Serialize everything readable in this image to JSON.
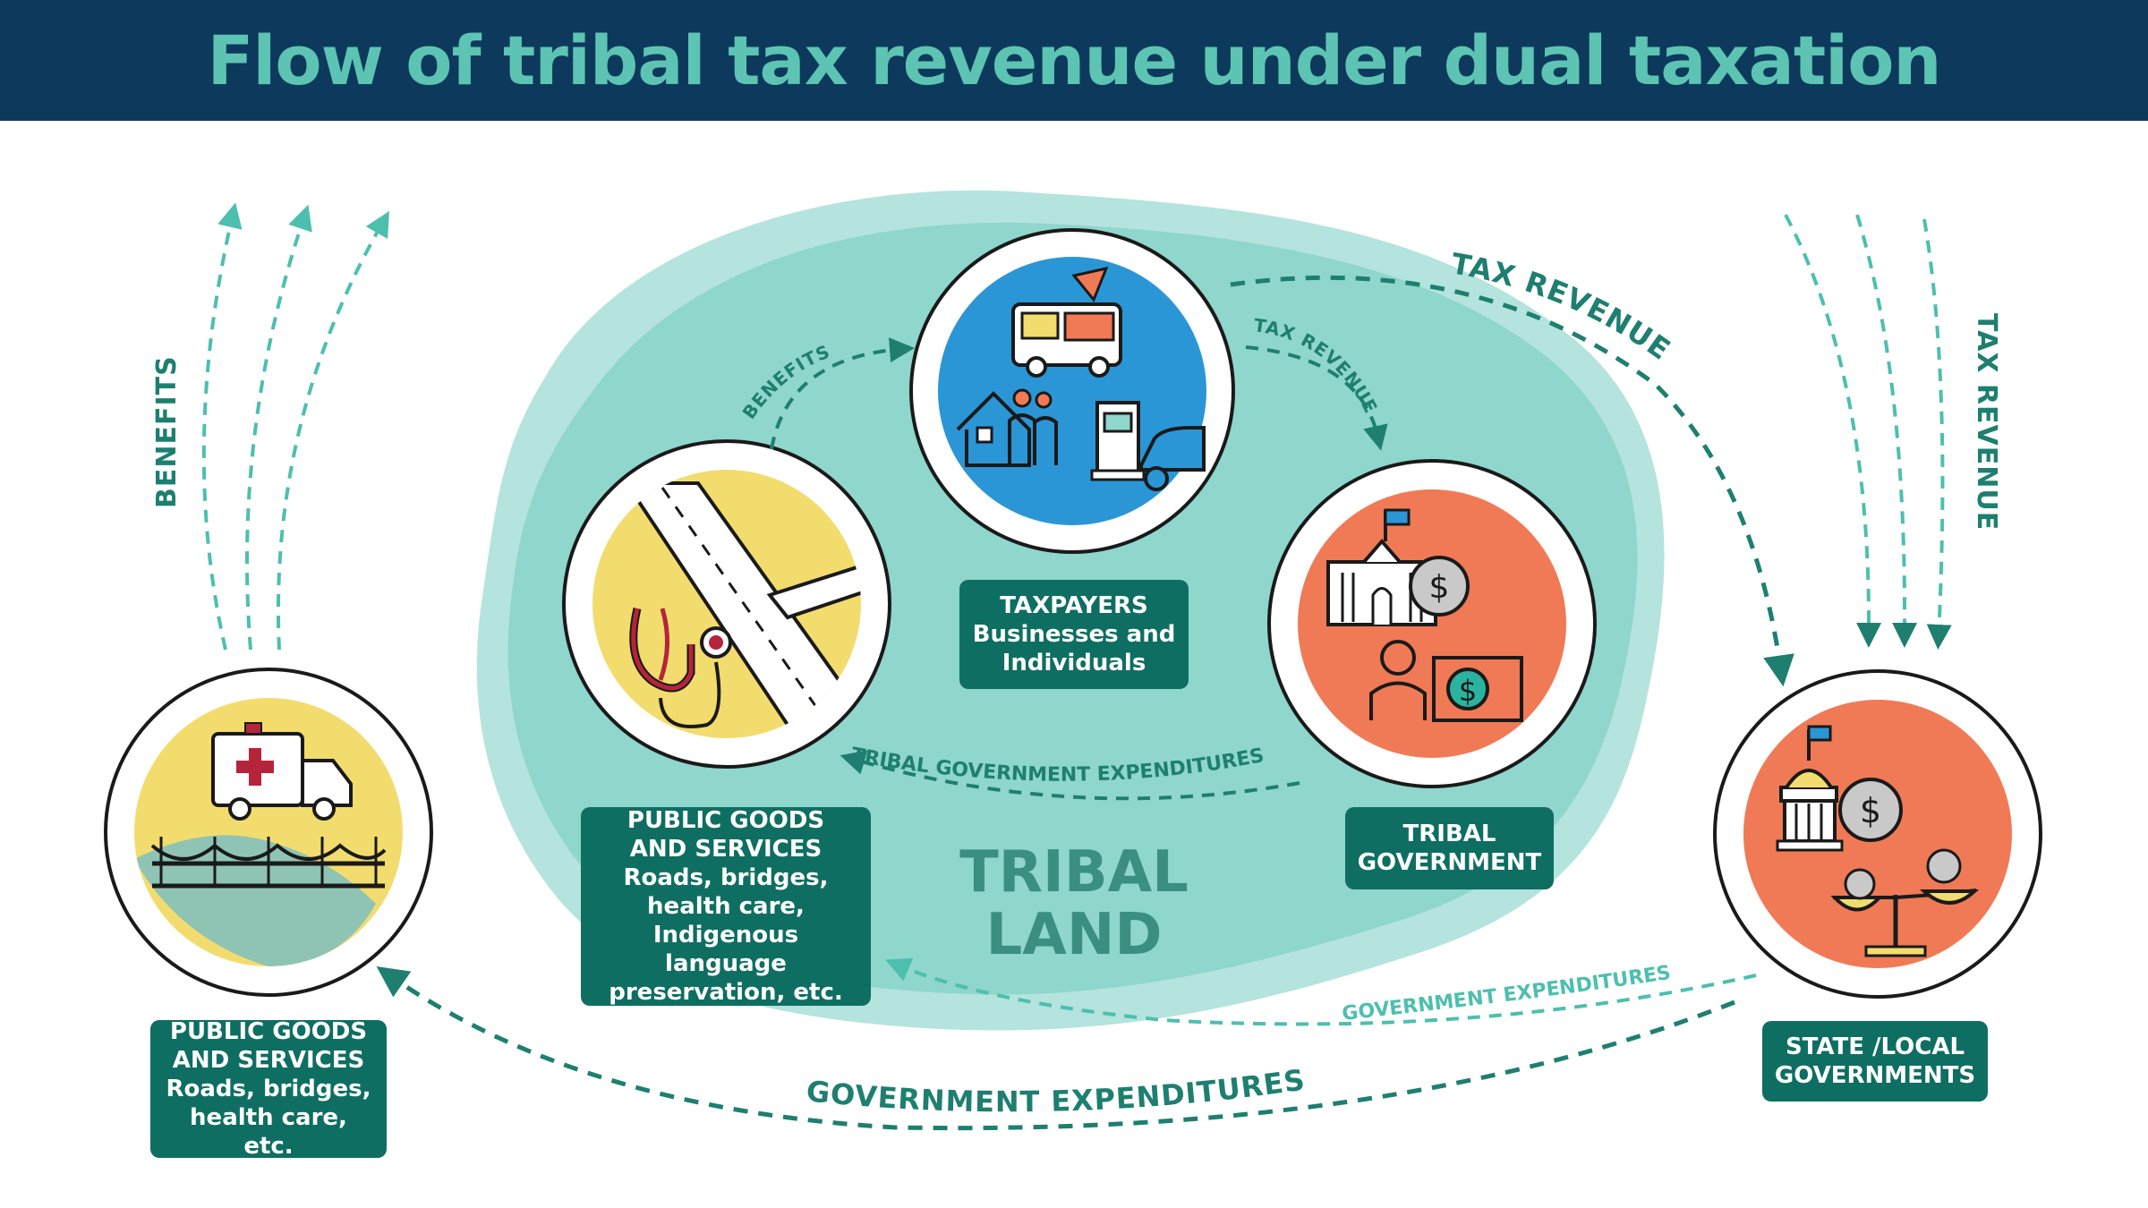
{
  "title": "Flow of tribal tax revenue under dual taxation",
  "tribal_land": {
    "line1": "TRIBAL",
    "line2": "LAND"
  },
  "nodes": {
    "taxpayers": {
      "title": "TAXPAYERS",
      "desc": "Businesses and Individuals"
    },
    "tribal_government": {
      "line1": "TRIBAL",
      "line2": "GOVERNMENT"
    },
    "tribal_public_goods": {
      "line1": "PUBLIC GOODS",
      "line2": "AND SERVICES",
      "desc": "Roads, bridges, health care, Indigenous language preservation, etc."
    },
    "state_local": {
      "line1": "STATE /LOCAL",
      "line2": "GOVERNMENTS"
    },
    "outer_public_goods": {
      "line1": "PUBLIC GOODS",
      "line2": "AND SERVICES",
      "desc": "Roads, bridges, health care, etc."
    }
  },
  "flows": {
    "benefits_inner": "BENEFITS",
    "tax_revenue_inner": "TAX REVENUE",
    "tribal_expenditures": "TRIBAL GOVERNMENT EXPENDITURES",
    "tax_revenue_outer": "TAX REVENUE",
    "tax_revenue_right": "TAX REVENUE",
    "benefits_left": "BENEFITS",
    "government_expenditures_inner": "GOVERNMENT EXPENDITURES",
    "government_expenditures_outer": "GOVERNMENT EXPENDITURES"
  },
  "colors": {
    "header_bg": "#0d3a5c",
    "title_text": "#5dc4b4",
    "teal_dark": "#0f6e62",
    "teal_arrow": "#1e7f70",
    "land_fill": "#8fd6cc",
    "blue": "#2b96d6",
    "orange": "#f07a56",
    "yellow": "#f3dc6e"
  },
  "icons": [
    "food-truck-icon",
    "house-icon",
    "family-icon",
    "gas-pump-icon",
    "car-icon",
    "road-icon",
    "stethoscope-icon",
    "government-building-icon",
    "dollar-coin-icon",
    "person-icon",
    "banknote-icon",
    "ambulance-icon",
    "bridge-icon",
    "scale-icon"
  ]
}
